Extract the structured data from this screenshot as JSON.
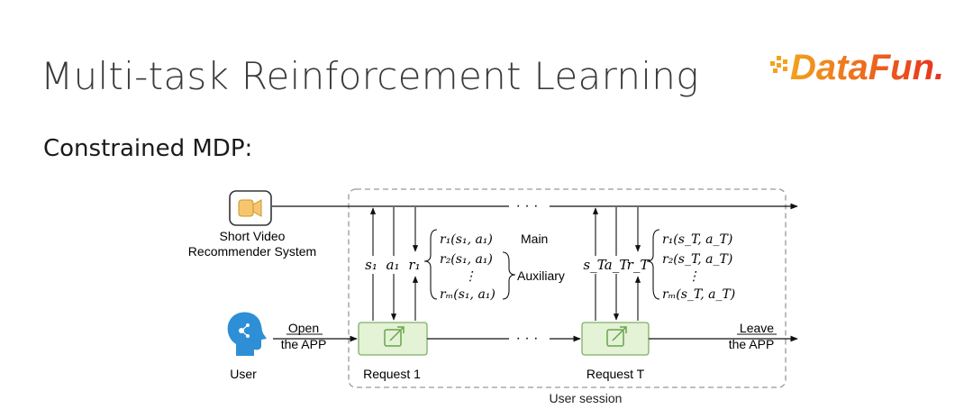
{
  "slide": {
    "title": "Multi-task Reinforcement Learning",
    "subtitle": "Constrained MDP:"
  },
  "logo": {
    "text": "DataFun.",
    "colors": [
      "#f2a21b",
      "#e8301f"
    ]
  },
  "diagram": {
    "system_label_line1": "Short Video",
    "system_label_line2": "Recommender System",
    "user_label": "User",
    "open_line1": "Open",
    "open_line2": "the APP",
    "leave_line1": "Leave",
    "leave_line2": "the APP",
    "request1": "Request 1",
    "requestT": "Request T",
    "session": "User session",
    "ellipsis": "· · ·",
    "main": "Main",
    "auxiliary": "Auxiliary",
    "vdots": "⋮",
    "step1": {
      "s": "s₁",
      "a": "a₁",
      "r": "r₁",
      "rewards": [
        "r₁(s₁, a₁)",
        "r₂(s₁, a₁)",
        "rₘ(s₁, a₁)"
      ]
    },
    "stepT": {
      "s": "s_T",
      "a": "a_T",
      "r": "r_T",
      "rewards": [
        "r₁(s_T, a_T)",
        "r₂(s_T, a_T)",
        "rₘ(s_T, a_T)"
      ]
    },
    "colors": {
      "request_fill": "#e4f2d5",
      "request_stroke": "#7fb069",
      "camera": "#f6c66e",
      "user_head": "#2e8fd6"
    }
  }
}
